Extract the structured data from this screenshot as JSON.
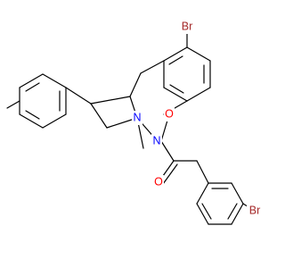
{
  "structure": {
    "atoms": [
      {
        "id": "br_top",
        "label": "Br",
        "color": "#a52a2a"
      },
      {
        "id": "o_ring",
        "label": "O",
        "color": "#ff0000"
      },
      {
        "id": "n_imine",
        "label": "N",
        "color": "#0000ff"
      },
      {
        "id": "n_ring",
        "label": "N",
        "color": "#0000ff"
      },
      {
        "id": "o_carbonyl",
        "label": "O",
        "color": "#ff0000"
      },
      {
        "id": "br_bottom",
        "label": "Br",
        "color": "#a52a2a"
      }
    ]
  }
}
